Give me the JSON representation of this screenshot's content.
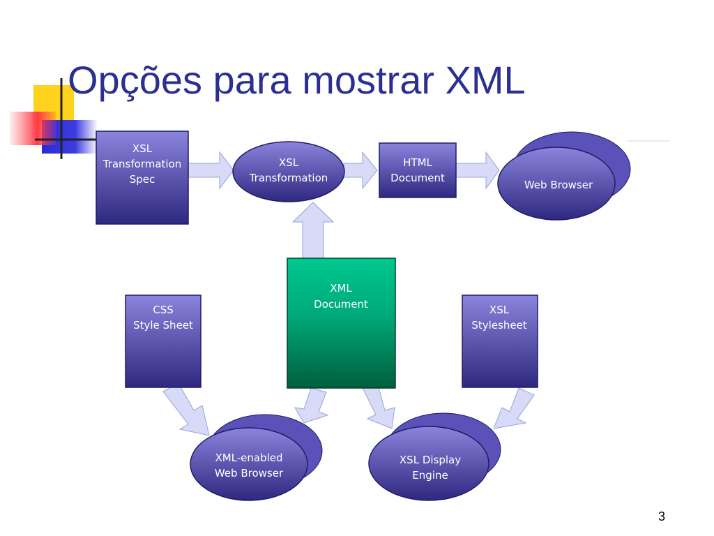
{
  "slide": {
    "title": "Opções para mostrar XML",
    "page_number": "3"
  },
  "nodes": {
    "xsl_spec": {
      "line1": "XSL",
      "line2": "Transformation",
      "line3": "Spec"
    },
    "xsl_transform": {
      "line1": "XSL",
      "line2": "Transformation"
    },
    "html_doc": {
      "line1": "HTML",
      "line2": "Document"
    },
    "web_browser": {
      "line1": "Web Browser"
    },
    "xml_doc": {
      "line1": "XML",
      "line2": "Document"
    },
    "css_sheet": {
      "line1": "CSS",
      "line2": "Style Sheet"
    },
    "xsl_sheet": {
      "line1": "XSL",
      "line2": "Stylesheet"
    },
    "xml_browser": {
      "line1": "XML-enabled",
      "line2": "Web Browser"
    },
    "xsl_engine": {
      "line1": "XSL Display",
      "line2": "Engine"
    }
  },
  "colors": {
    "title": "#2b2f91",
    "node_purple_top": "#8a84dd",
    "node_purple_bottom": "#2e2880",
    "node_green_top": "#00c890",
    "node_green_bottom": "#005e3c",
    "arrow": "#d7dbf7"
  }
}
